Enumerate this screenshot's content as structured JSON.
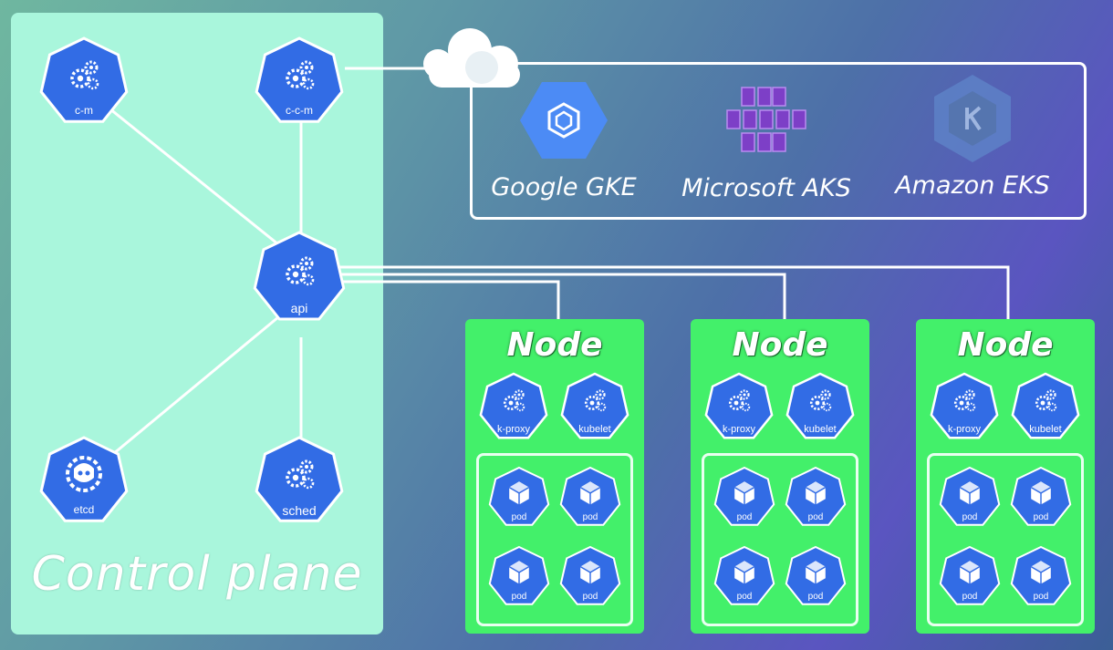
{
  "control_plane": {
    "label": "Control plane",
    "components": {
      "cm": "c-m",
      "ccm": "c-c-m",
      "api": "api",
      "etcd": "etcd",
      "sched": "sched"
    }
  },
  "cloud_providers": [
    {
      "label": "Google GKE"
    },
    {
      "label": "Microsoft AKS"
    },
    {
      "label": "Amazon EKS"
    }
  ],
  "nodes": [
    {
      "title": "Node",
      "kproxy": "k-proxy",
      "kubelet": "kubelet",
      "pods": [
        "pod",
        "pod",
        "pod",
        "pod"
      ]
    },
    {
      "title": "Node",
      "kproxy": "k-proxy",
      "kubelet": "kubelet",
      "pods": [
        "pod",
        "pod",
        "pod",
        "pod"
      ]
    },
    {
      "title": "Node",
      "kproxy": "k-proxy",
      "kubelet": "kubelet",
      "pods": [
        "pod",
        "pod",
        "pod",
        "pod"
      ]
    }
  ],
  "colors": {
    "k8s_blue": "#326ce5",
    "control_plane_bg": "#a9f6dc",
    "node_bg": "#43f06a",
    "link": "#ffffff",
    "aks_purple": "#7d3fc7",
    "gke_blue": "#4c8bf5",
    "eks_blue": "#5f86c9"
  },
  "icons": {
    "control_plane": "gears-icon",
    "etcd": "etcd-icon",
    "node_agent": "gears-icon",
    "pod": "cube-icon",
    "cloud": "cloud-icon"
  }
}
